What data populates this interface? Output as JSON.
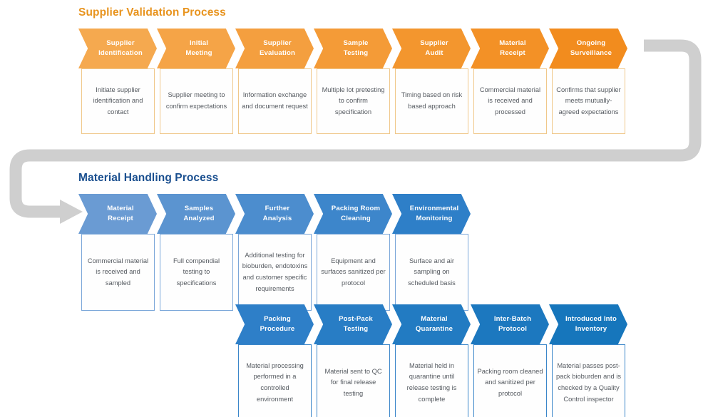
{
  "colors": {
    "orange_light": "#F5A94F",
    "orange_dark": "#F28C1E",
    "blue_light": "#6A9BD3",
    "blue_mid": "#2E7FC8",
    "blue_dark": "#1676BC",
    "title_orange": "#E8941F",
    "title_blue": "#1A4F8F",
    "connector_gray": "#CFCFCF"
  },
  "sections": [
    {
      "id": "supplier-validation",
      "title": "Supplier Validation Process",
      "steps": [
        {
          "title": "Supplier\nIdentification",
          "desc": "Initiate supplier identification and contact"
        },
        {
          "title": "Initial\nMeeting",
          "desc": "Supplier meeting to confirm expectations"
        },
        {
          "title": "Supplier\nEvaluation",
          "desc": "Information exchange and document request"
        },
        {
          "title": "Sample\nTesting",
          "desc": "Multiple lot pretesting to confirm specification"
        },
        {
          "title": "Supplier\nAudit",
          "desc": "Timing based on risk based approach"
        },
        {
          "title": "Material\nReceipt",
          "desc": "Commercial material is received and processed"
        },
        {
          "title": "Ongoing\nSurveillance",
          "desc": "Confirms that supplier meets mutually-agreed expectations"
        }
      ]
    },
    {
      "id": "material-handling",
      "title": "Material Handling Process",
      "steps_row1": [
        {
          "title": "Material\nReceipt",
          "desc": "Commercial material is received and sampled"
        },
        {
          "title": "Samples\nAnalyzed",
          "desc": "Full compendial testing  to specifications"
        },
        {
          "title": "Further\nAnalysis",
          "desc": "Additional testing for bioburden, endotoxins and customer specific requirements"
        },
        {
          "title": "Packing Room\nCleaning",
          "desc": "Equipment and surfaces sanitized per protocol"
        },
        {
          "title": "Environmental\nMonitoring",
          "desc": "Surface and air sampling on scheduled basis"
        }
      ],
      "steps_row2": [
        {
          "title": "Packing\nProcedure",
          "desc": "Material processing performed in a controlled environment"
        },
        {
          "title": "Post-Pack\nTesting",
          "desc": "Material sent to QC for final release testing"
        },
        {
          "title": "Material\nQuarantine",
          "desc": "Material held in quarantine until release testing is complete"
        },
        {
          "title": "Inter-Batch\nProtocol",
          "desc": "Packing room cleaned and sanitized per protocol"
        },
        {
          "title": "Introduced Into\nInventory",
          "desc": "Material passes post-pack bioburden and is checked by a Quality Control inspector"
        }
      ]
    }
  ],
  "connector": {
    "name": "loop-arrow",
    "from": "Ongoing Surveillance",
    "to": "Material Receipt"
  }
}
